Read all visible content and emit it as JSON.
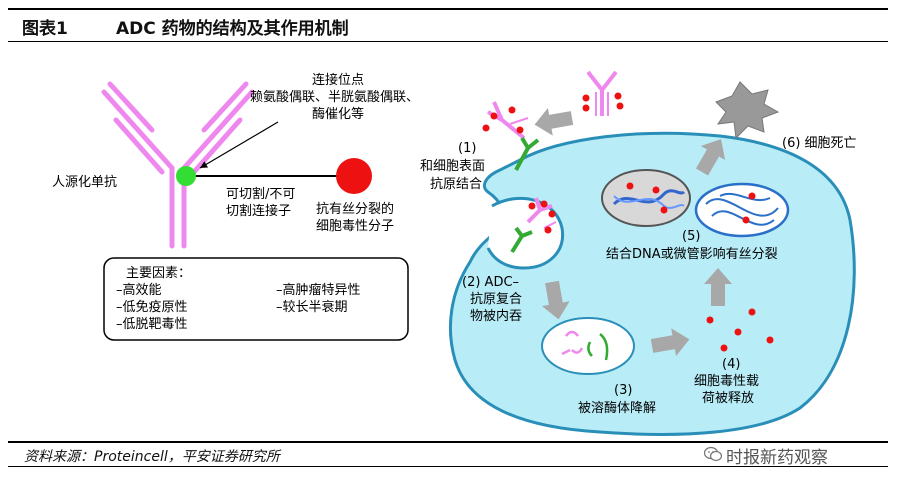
{
  "figure": {
    "number": "图表1",
    "title": "ADC 药物的结构及其作用机制"
  },
  "left_panel": {
    "antibody_label": "人源化单抗",
    "attachment_title": "连接位点",
    "attachment_line1": "赖氨酸偶联、半胱氨酸偶联、",
    "attachment_line2": "酶催化等",
    "linker_line1": "可切割/不可",
    "linker_line2": "切割连接子",
    "payload_line1": "抗有丝分裂的",
    "payload_line2": "细胞毒性分子",
    "factors_title": "主要因素：",
    "factors_left": [
      "–高效能",
      "–低免疫原性",
      "–低脱靶毒性"
    ],
    "factors_right": [
      "–高肿瘤特异性",
      "–较长半衰期"
    ]
  },
  "right_panel": {
    "step1": [
      "(1)",
      "和细胞表面",
      "抗原结合"
    ],
    "step2": [
      "(2) ADC–",
      "抗原复合",
      "物被内吞"
    ],
    "step3": [
      "(3)",
      "被溶酶体降解"
    ],
    "step4": [
      "(4)",
      "细胞毒性载",
      "荷被释放"
    ],
    "step5": [
      "(5)",
      "结合DNA或微管影响有丝分裂"
    ],
    "step6": "(6) 细胞死亡"
  },
  "footer": {
    "source": "资料来源：Proteincell，平安证券研究所",
    "watermark": "时报新药观察"
  },
  "colors": {
    "antibody_pink": "#ee88ee",
    "linker_green": "#33dd33",
    "payload_red": "#ee1111",
    "cell_fill": "#b8ecf7",
    "cell_stroke": "#2a8fb8",
    "arrow_gray": "#a8a8a8"
  }
}
